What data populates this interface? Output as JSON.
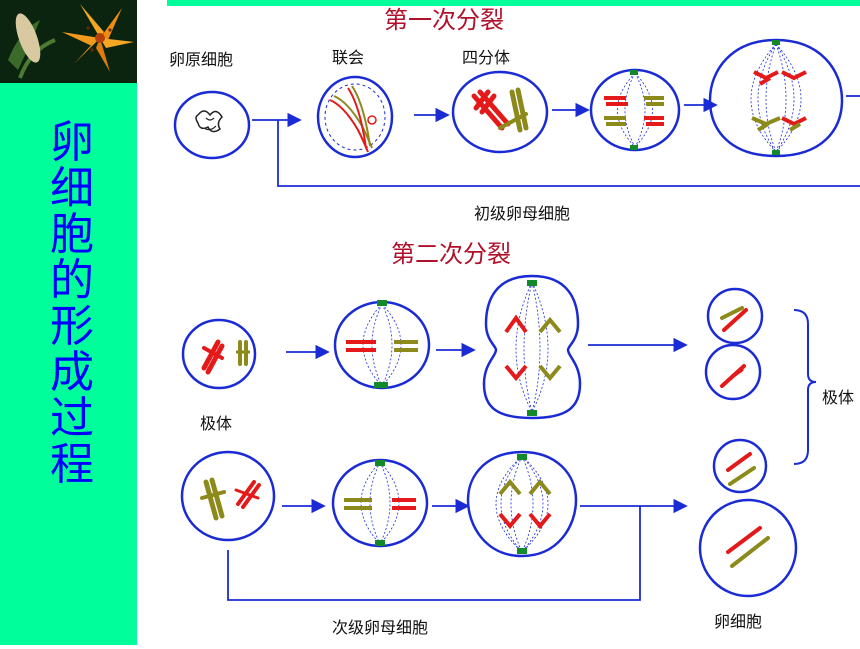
{
  "title_vertical": [
    "卵",
    "细",
    "胞",
    "的",
    "形",
    "成",
    "过",
    "程"
  ],
  "headers": {
    "meiosis1": "第一次分裂",
    "meiosis2": "第二次分裂"
  },
  "labels": {
    "oogonium": "卵原细胞",
    "synapsis": "联会",
    "tetrad": "四分体",
    "primary_oocyte": "初级卵母细胞",
    "polar_body_left": "极体",
    "secondary_oocyte": "次级卵母细胞",
    "egg_cell": "卵细胞",
    "polar_body_right": "极体"
  },
  "colors": {
    "sidebar": "#00ff9a",
    "title_text": "#0000ff",
    "cell_outline": "#1a2bd6",
    "chromosome_red": "#e41a1a",
    "chromosome_olive": "#8d8a1c",
    "centrosome": "#128a2a",
    "header_text": "#b0102a"
  },
  "icons": {
    "logo": "lily-flower-photo"
  }
}
